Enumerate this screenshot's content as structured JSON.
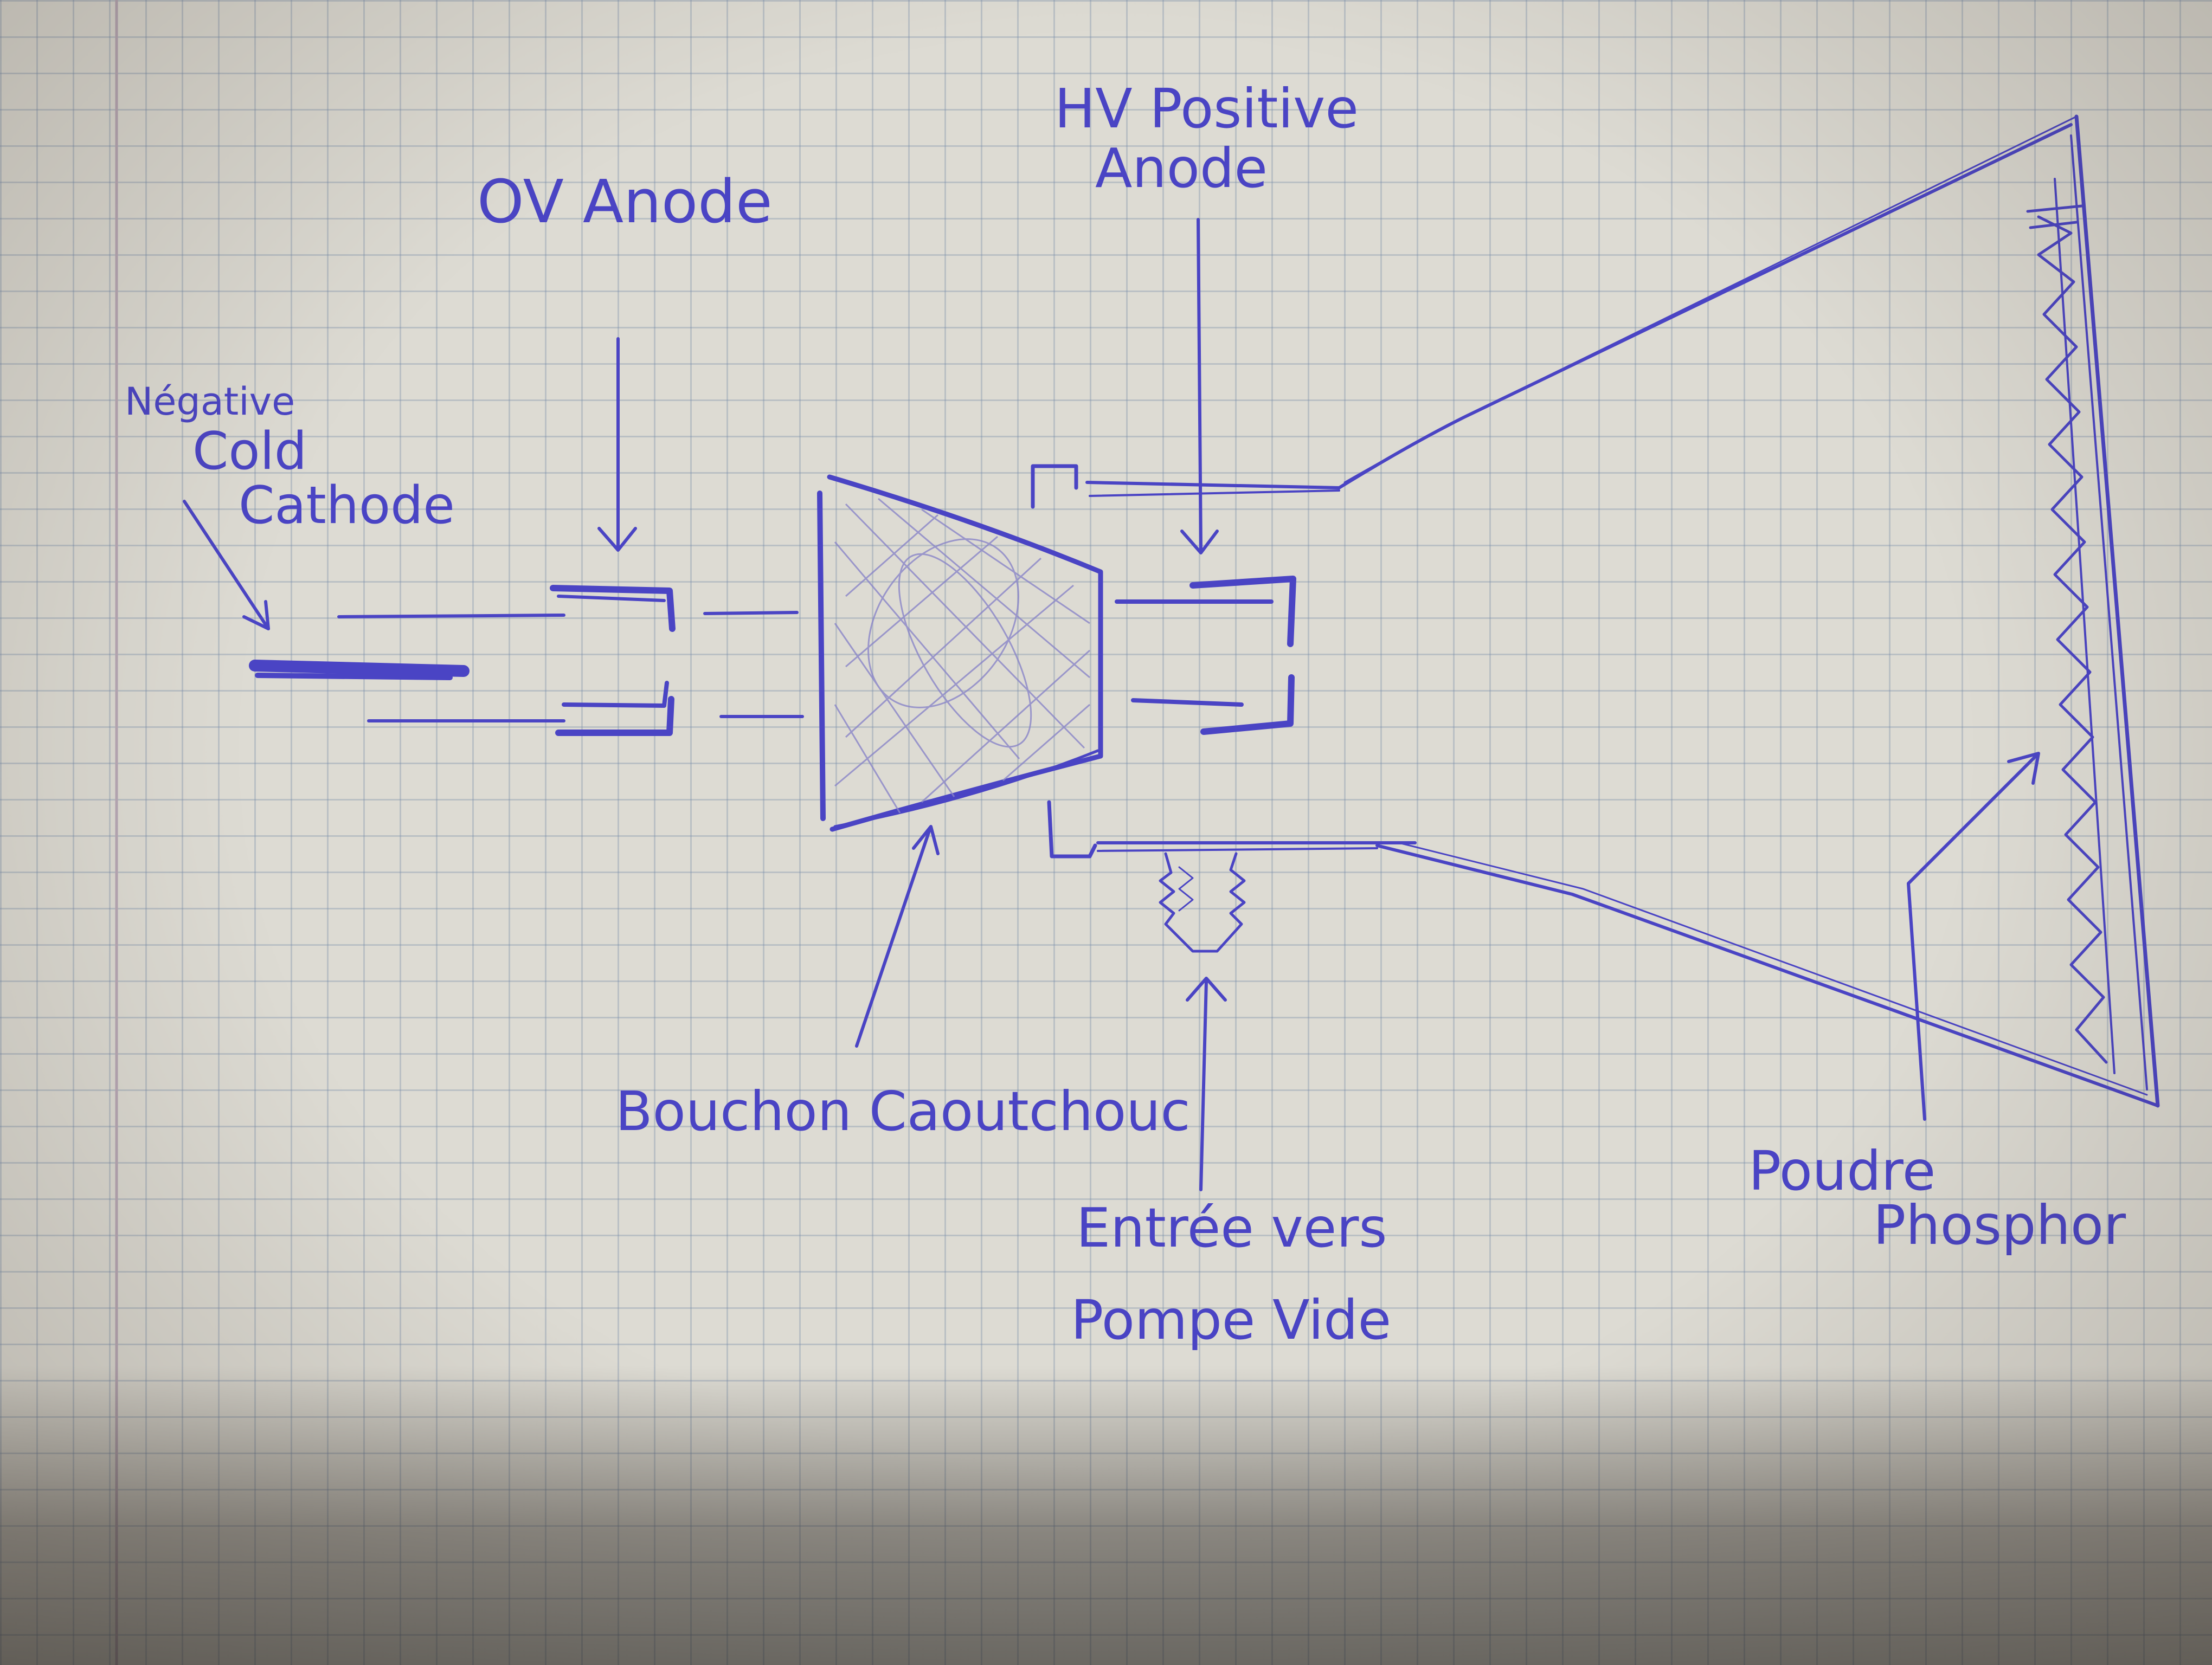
{
  "labels": {
    "ov_anode": "OV Anode",
    "hv_positive_anode_line1": "HV Positive",
    "hv_positive_anode_line2": "Anode",
    "cathode_line1": "Négative",
    "cathode_line2": "Cold",
    "cathode_line3": "Cathode",
    "bouchon": "Bouchon Caoutchouc",
    "entree_line1": "Entrée vers",
    "entree_line2": "Pompe Vide",
    "poudre": "Poudre",
    "phosphor": "Phosphor"
  },
  "colors": {
    "ink": "#4a44c4",
    "paper": "#dddbd3",
    "grid": "#8c9ab0"
  }
}
